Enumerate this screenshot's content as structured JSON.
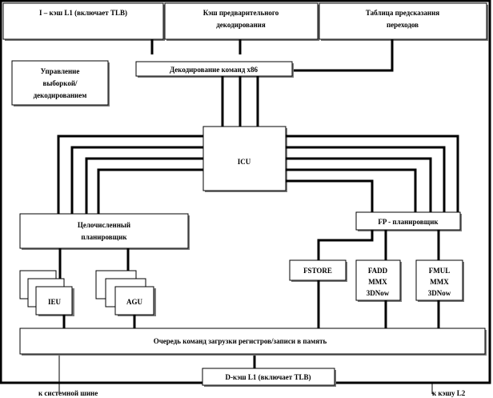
{
  "blocks": {
    "icache": "I – кэш L1  (включает  TLB)",
    "predecode_cache": [
      "Кэш предварительного",
      "декодирования"
    ],
    "branch_table": [
      "Таблица предсказания",
      "переходов"
    ],
    "fetch_control": [
      "Управление",
      "выборкой/",
      "декодированием"
    ],
    "x86_decode": "Декодирование команд x86",
    "icu": "ICU",
    "int_scheduler": [
      "Целочисленный",
      "планировщик"
    ],
    "fp_scheduler": "FP - планировщик",
    "ieu": "IEU",
    "agu": "AGU",
    "fstore": "FSTORE",
    "fadd": [
      "FADD",
      "MMX",
      "3DNow"
    ],
    "fmul": [
      "FMUL",
      "MMX",
      "3DNow"
    ],
    "lsq": "Очередь команд загрузки регистров/записи в память",
    "dcache": "D-кэш L1  (включает  TLB)"
  },
  "labels": {
    "to_system_bus": "к системной  шине",
    "to_l2": "к кэшу L2"
  }
}
